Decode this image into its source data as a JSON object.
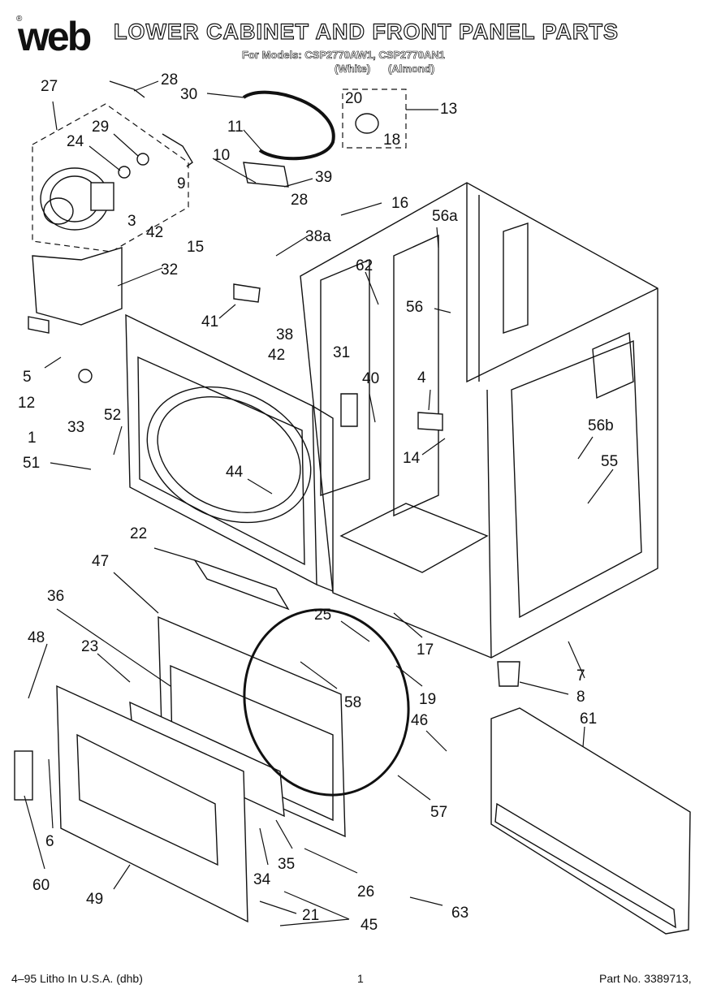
{
  "header": {
    "brand": "web",
    "title": "LOWER CABINET AND FRONT PANEL PARTS",
    "models_line": "For Models: CSP2770AW1, CSP2770AN1",
    "color_white": "(White)",
    "color_almond": "(Almond)"
  },
  "footer": {
    "litho": "4–95 Litho In U.S.A. (dhb)",
    "page": "1",
    "part_no": "Part No. 3389713,"
  },
  "callouts": [
    "28",
    "30",
    "20",
    "13",
    "27",
    "29",
    "24",
    "11",
    "18",
    "10",
    "39",
    "9",
    "28",
    "16",
    "3",
    "42",
    "56a",
    "15",
    "38a",
    "32",
    "62",
    "41",
    "38",
    "42",
    "56",
    "5",
    "31",
    "4",
    "12",
    "40",
    "1",
    "33",
    "56b",
    "52",
    "14",
    "55",
    "51",
    "44",
    "22",
    "47",
    "36",
    "25",
    "17",
    "48",
    "23",
    "7",
    "58",
    "19",
    "8",
    "46",
    "61",
    "6",
    "57",
    "35",
    "26",
    "60",
    "34",
    "49",
    "21",
    "63",
    "45"
  ]
}
